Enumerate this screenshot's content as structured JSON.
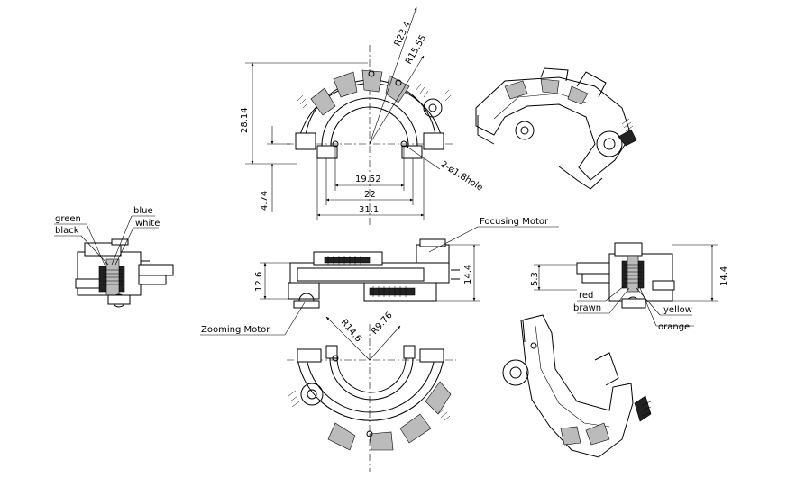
{
  "top_view": {
    "dim_height": "28.14",
    "dim_lower": "4.74",
    "dim_r_outer": "R23.4",
    "dim_r_inner": "R15.55",
    "dim_hole": "2-ø1.8hole",
    "dim_w1": "19.52",
    "dim_w2": "22",
    "dim_w3": "31.1"
  },
  "left_view": {
    "wire_labels": [
      "green",
      "black",
      "blue",
      "white"
    ]
  },
  "side_view": {
    "focusing_motor": "Focusing Motor",
    "zooming_motor": "Zooming Motor",
    "dim_height_left": "12.6",
    "dim_height_right": "14.4"
  },
  "right_view": {
    "dim_small": "5.3",
    "dim_height": "14.4",
    "wire_labels": [
      "red",
      "brawn",
      "yellow",
      "orange"
    ]
  },
  "bottom_view": {
    "dim_r_outer": "R14.6",
    "dim_r_inner": "R9.76"
  }
}
